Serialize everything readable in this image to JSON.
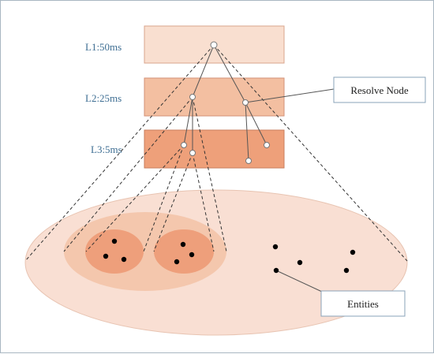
{
  "levels": [
    {
      "label": "L1:50ms",
      "fill": "#f9dfd0"
    },
    {
      "label": "L2:25ms",
      "fill": "#f3bfa1"
    },
    {
      "label": "L3:5ms",
      "fill": "#eea07a"
    }
  ],
  "callouts": {
    "resolve_node": "Resolve Node",
    "entities": "Entities"
  },
  "colors": {
    "outer_ellipse": "#f9dfd3",
    "mid_ellipse": "#f4c7ad",
    "inner_ellipse": "#ee9f7b",
    "line": "#555555",
    "dot": "#000000"
  }
}
